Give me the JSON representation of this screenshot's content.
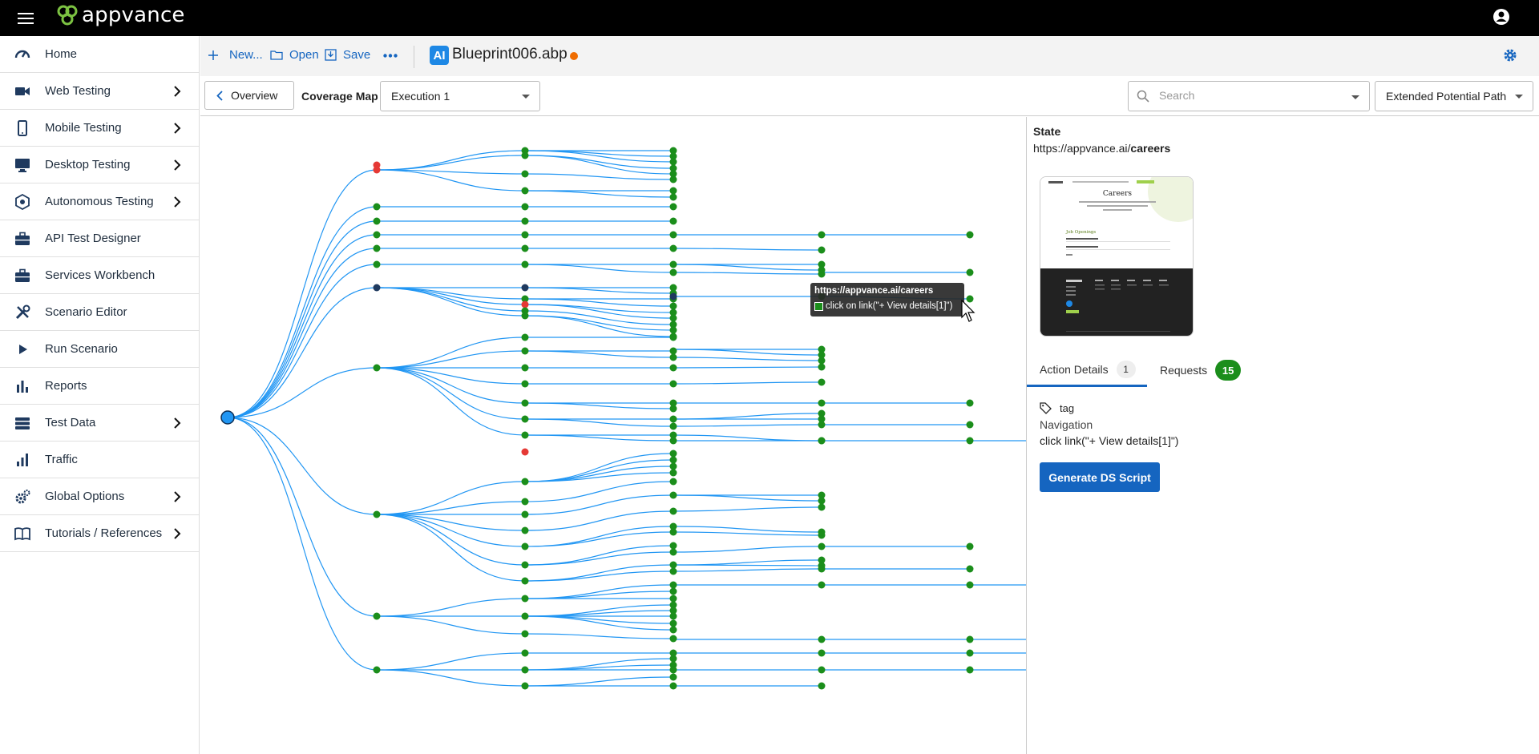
{
  "app": {
    "brand": "appvance"
  },
  "sidebar": {
    "items": [
      {
        "label": "Home",
        "icon": "speedometer-icon",
        "chevron": false
      },
      {
        "label": "Web Testing",
        "icon": "video-camera-icon",
        "chevron": true
      },
      {
        "label": "Mobile Testing",
        "icon": "mobile-phone-icon",
        "chevron": true
      },
      {
        "label": "Desktop Testing",
        "icon": "monitor-icon",
        "chevron": true
      },
      {
        "label": "Autonomous Testing",
        "icon": "robot-icon",
        "chevron": true
      },
      {
        "label": "API Test Designer",
        "icon": "briefcase-icon",
        "chevron": false
      },
      {
        "label": "Services Workbench",
        "icon": "briefcase-icon",
        "chevron": false
      },
      {
        "label": "Scenario Editor",
        "icon": "tools-icon",
        "chevron": false
      },
      {
        "label": "Run Scenario",
        "icon": "play-icon",
        "chevron": false
      },
      {
        "label": "Reports",
        "icon": "bar-chart-icon",
        "chevron": false
      },
      {
        "label": "Test Data",
        "icon": "database-icon",
        "chevron": true
      },
      {
        "label": "Traffic",
        "icon": "signal-bars-icon",
        "chevron": false
      },
      {
        "label": "Global Options",
        "icon": "gears-icon",
        "chevron": true
      },
      {
        "label": "Tutorials / References",
        "icon": "book-icon",
        "chevron": true
      }
    ]
  },
  "toolbar": {
    "new_label": "New...",
    "open_label": "Open",
    "save_label": "Save",
    "ai_badge": "AI",
    "file_name": "Blueprint006.abp"
  },
  "subbar": {
    "overview_label": "Overview",
    "coverage_label": "Coverage Map",
    "execution_value": "Execution 1",
    "search_placeholder": "Search",
    "path_value": "Extended Potential Path"
  },
  "tooltip": {
    "url": "https://appvance.ai/careers",
    "action": "click on link(\"+ View details[1]\")"
  },
  "state": {
    "label": "State",
    "url_prefix": "https://appvance.ai/",
    "url_path": "careers",
    "thumb": {
      "title": "Careers",
      "section": "Job Openings"
    }
  },
  "tabs": {
    "action_details_label": "Action Details",
    "action_details_count": "1",
    "requests_label": "Requests",
    "requests_count": "15"
  },
  "details": {
    "tag_label": "tag",
    "navigation_label": "Navigation",
    "action_text": "click  link(\"+ View details[1]\")",
    "generate_label": "Generate DS Script"
  },
  "colors": {
    "accent": "#1565c0",
    "edge": "#2196f3",
    "node_ok": "#1b8e1b",
    "node_err": "#e53935",
    "node_sel": "#1f3a5f",
    "dirty": "#ef6c00"
  }
}
